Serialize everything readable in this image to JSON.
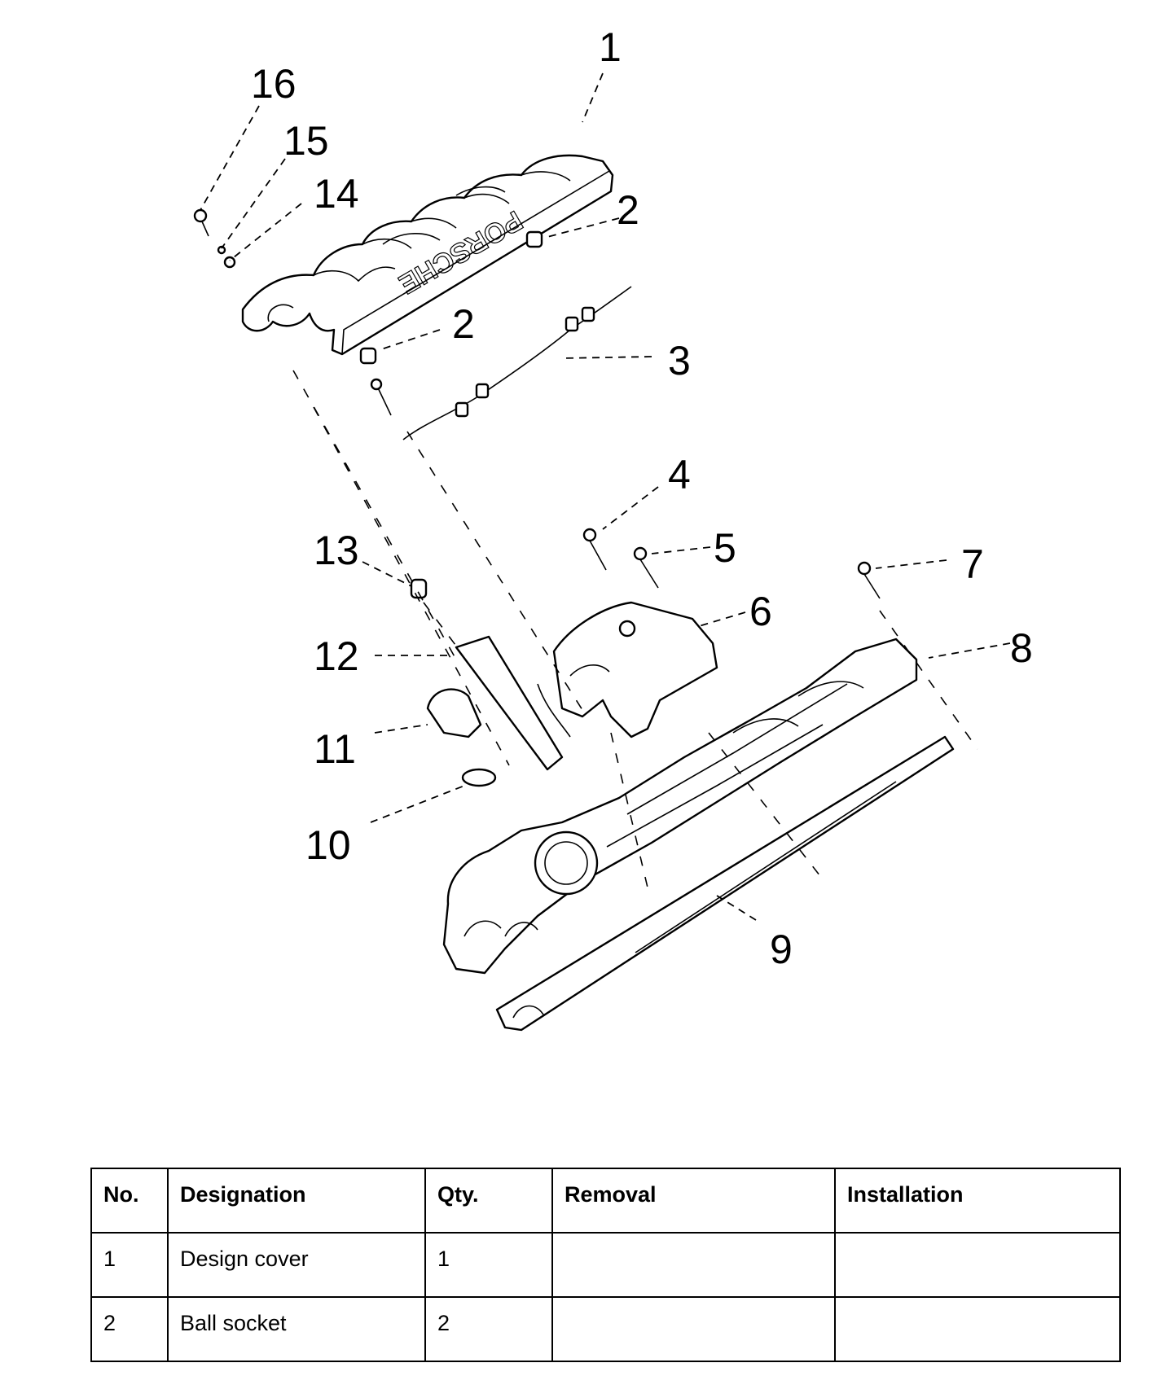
{
  "diagram": {
    "callouts": [
      "1",
      "2",
      "2",
      "3",
      "4",
      "5",
      "6",
      "7",
      "8",
      "9",
      "10",
      "11",
      "12",
      "13",
      "14",
      "15",
      "16"
    ],
    "cover_lettering": "PORSCHE"
  },
  "table": {
    "headers": {
      "no": "No.",
      "designation": "Designation",
      "qty": "Qty.",
      "removal": "Removal",
      "installation": "Installation"
    },
    "rows": [
      {
        "no": "1",
        "designation": "Design cover",
        "qty": "1",
        "removal": "",
        "installation": ""
      },
      {
        "no": "2",
        "designation": "Ball socket",
        "qty": "2",
        "removal": "",
        "installation": ""
      }
    ]
  }
}
